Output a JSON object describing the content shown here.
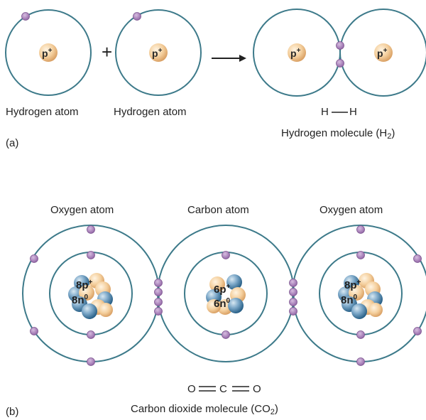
{
  "panel_a": {
    "panel_letter": "(a)",
    "atom1_label": "Hydrogen atom",
    "atom2_label": "Hydrogen atom",
    "proton_label": "p",
    "proton_charge": "+",
    "plus_sign": "+",
    "formula_left": "H",
    "formula_right": "H",
    "molecule_label_main": "Hydrogen molecule (H",
    "molecule_label_sub": "2",
    "molecule_label_end": ")"
  },
  "panel_b": {
    "panel_letter": "(b)",
    "oxygen_left_label": "Oxygen atom",
    "carbon_label": "Carbon atom",
    "oxygen_right_label": "Oxygen atom",
    "oxygen_nucleus": {
      "protons": "8p",
      "proton_charge": "+",
      "neutrons": "8n",
      "neutron_charge": "0"
    },
    "carbon_nucleus": {
      "protons": "6p",
      "proton_charge": "+",
      "neutrons": "6n",
      "neutron_charge": "0"
    },
    "formula_o1": "O",
    "formula_c": "C",
    "formula_o2": "O",
    "molecule_label_main": "Carbon dioxide molecule (CO",
    "molecule_label_sub": "2",
    "molecule_label_end": ")"
  },
  "colors": {
    "orbit": "#3d7a8a",
    "electron": "#a57bb5",
    "electron_edge": "#7d5690",
    "proton_light": "#fbe2c0",
    "proton_dark": "#e4b078",
    "neutron_light": "#8db6d4",
    "neutron_dark": "#2c6a94"
  }
}
